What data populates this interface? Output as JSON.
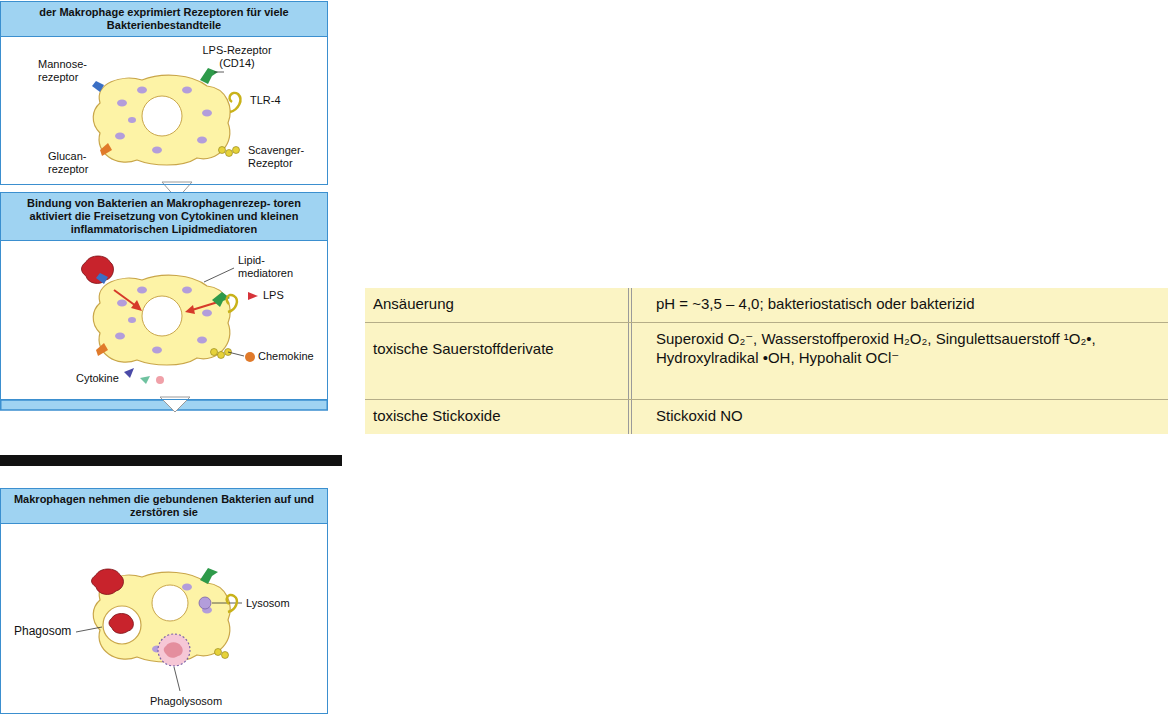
{
  "diagram": {
    "nodes": [
      {
        "text": [
          "der Makrophage exprimiert Rezeptoren für viele Bakterienbestandteile"
        ]
      },
      {
        "text": [
          "Bindung von Bakterien an Makrophagenrezep- toren aktiviert die Freisetzung von Cytokinen und kleinen inflammatorischen Lipidmediatoren"
        ]
      },
      {
        "text": [
          "Makrophagen nehmen die gebundenen Bakterien auf und zerstören sie"
        ]
      }
    ],
    "edges": [
      {
        "from": 0,
        "to": 1,
        "arrow": "to"
      }
    ],
    "labels": [
      "Mannose- rezeptor",
      "LPS-Rezeptor (CD14)",
      "TLR-4",
      "Glucan- rezeptor",
      "Scavenger- Rezeptor",
      "Lipid- mediatoren",
      "LPS",
      "Chemokine",
      "Cytokine",
      "Lysosom",
      "Phagosom",
      "Phagolysosom",
      "Ansäuerung",
      "pH = ~3,5 – 4,0; bakteriostatisch oder bakterizid",
      "toxische Sauerstoffderivate",
      "Superoxid O₂⁻, Wasserstoffperoxid H₂O₂, Singulettsauerstoff ¹O₂•, Hydroxylradikal •OH, Hypohalit OCl⁻",
      "toxische Stickoxide",
      "Stickoxid NO"
    ]
  }
}
